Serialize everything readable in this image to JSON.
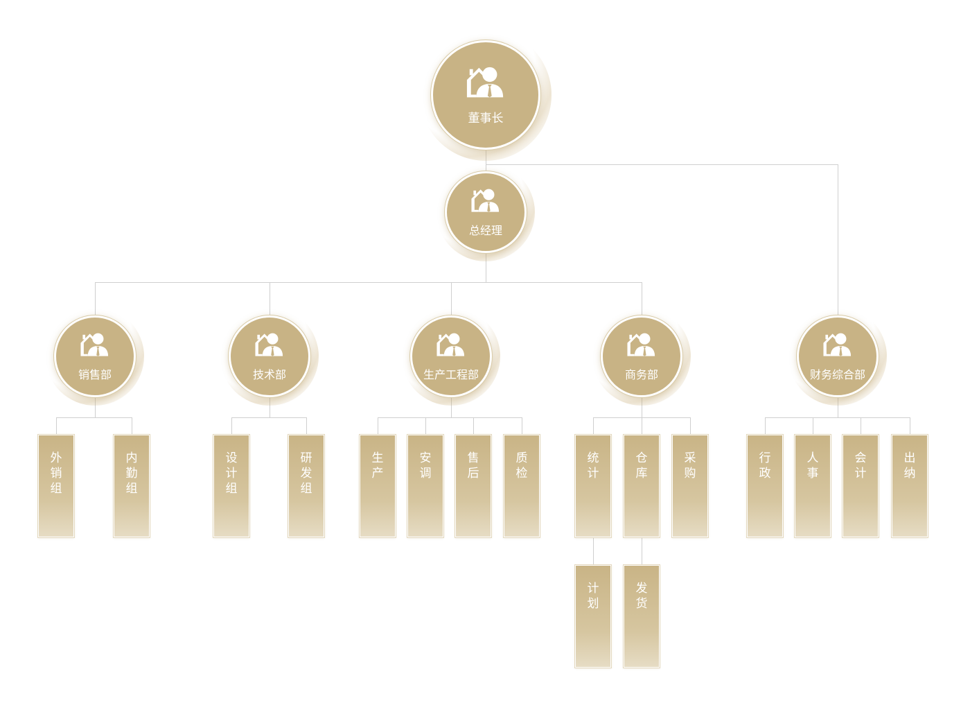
{
  "colors": {
    "node_fill": "#c8b385",
    "connector": "#cfcfcf",
    "text": "#ffffff"
  },
  "icon": "manager-person-icon",
  "chairman": {
    "label": "董事长"
  },
  "general_manager": {
    "label": "总经理"
  },
  "departments": [
    {
      "label": "销售部",
      "units": [
        "外销组",
        "内勤组"
      ]
    },
    {
      "label": "技术部",
      "units": [
        "设计组",
        "研发组"
      ]
    },
    {
      "label": "生产工程部",
      "units": [
        "生产",
        "安调",
        "售后",
        "质检"
      ]
    },
    {
      "label": "商务部",
      "units": [
        "统计",
        "仓库",
        "采购"
      ],
      "sub_units": [
        {
          "parent": "统计",
          "label": "计划"
        },
        {
          "parent": "仓库",
          "label": "发货"
        }
      ]
    },
    {
      "label": "财务综合部",
      "units": [
        "行政",
        "人事",
        "会计",
        "出纳"
      ]
    }
  ]
}
